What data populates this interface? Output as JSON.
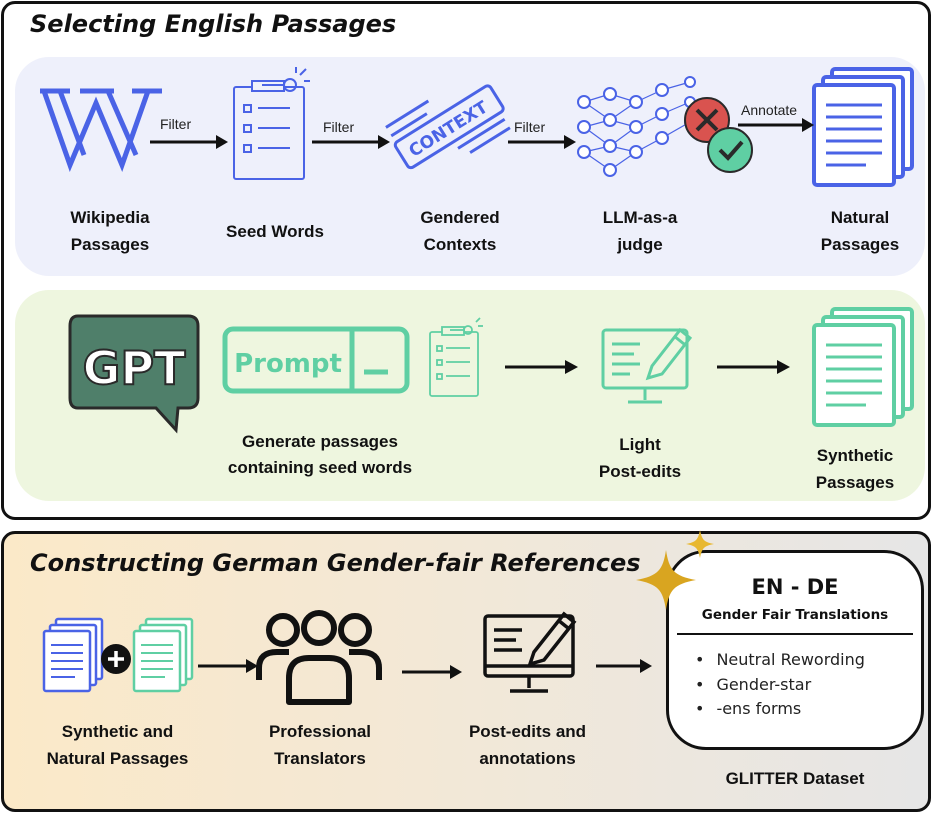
{
  "section1": {
    "title": "Selecting English Passages",
    "row1": {
      "nodes": [
        {
          "label": "Wikipedia\nPassages",
          "icon": "wikipedia-icon"
        },
        {
          "label": "Seed Words",
          "icon": "checklist-icon"
        },
        {
          "label": "Gendered\nContexts",
          "icon": "context-icon"
        },
        {
          "label": "LLM-as-a\njudge",
          "icon": "neural-network-icon"
        },
        {
          "label": "Natural\nPassages",
          "icon": "documents-icon"
        }
      ],
      "arrows": [
        "Filter",
        "Filter",
        "Filter",
        "Annotate"
      ]
    },
    "row2": {
      "gpt_text": "GPT",
      "prompt_text": "Prompt",
      "generate_label": "Generate passages\ncontaining seed words",
      "light_label": "Light\nPost-edits",
      "synthetic_label": "Synthetic\nPassages"
    }
  },
  "section2": {
    "title": "Constructing German Gender-fair References",
    "nodes": [
      {
        "label": "Synthetic and\nNatural Passages"
      },
      {
        "label": "Professional\nTranslators"
      },
      {
        "label": "Post-edits and\nannotations"
      }
    ],
    "dataset": {
      "heading": "EN - DE",
      "subheading": "Gender Fair Translations",
      "items": [
        "Neutral Rewording",
        "Gender-star",
        "-ens forms"
      ],
      "caption": "GLITTER Dataset"
    }
  },
  "colors": {
    "blue": "#4a63e6",
    "green": "#5fcfa3",
    "gpt_green": "#4f7f6a",
    "red": "#d9534f",
    "gold": "#d9a520"
  }
}
